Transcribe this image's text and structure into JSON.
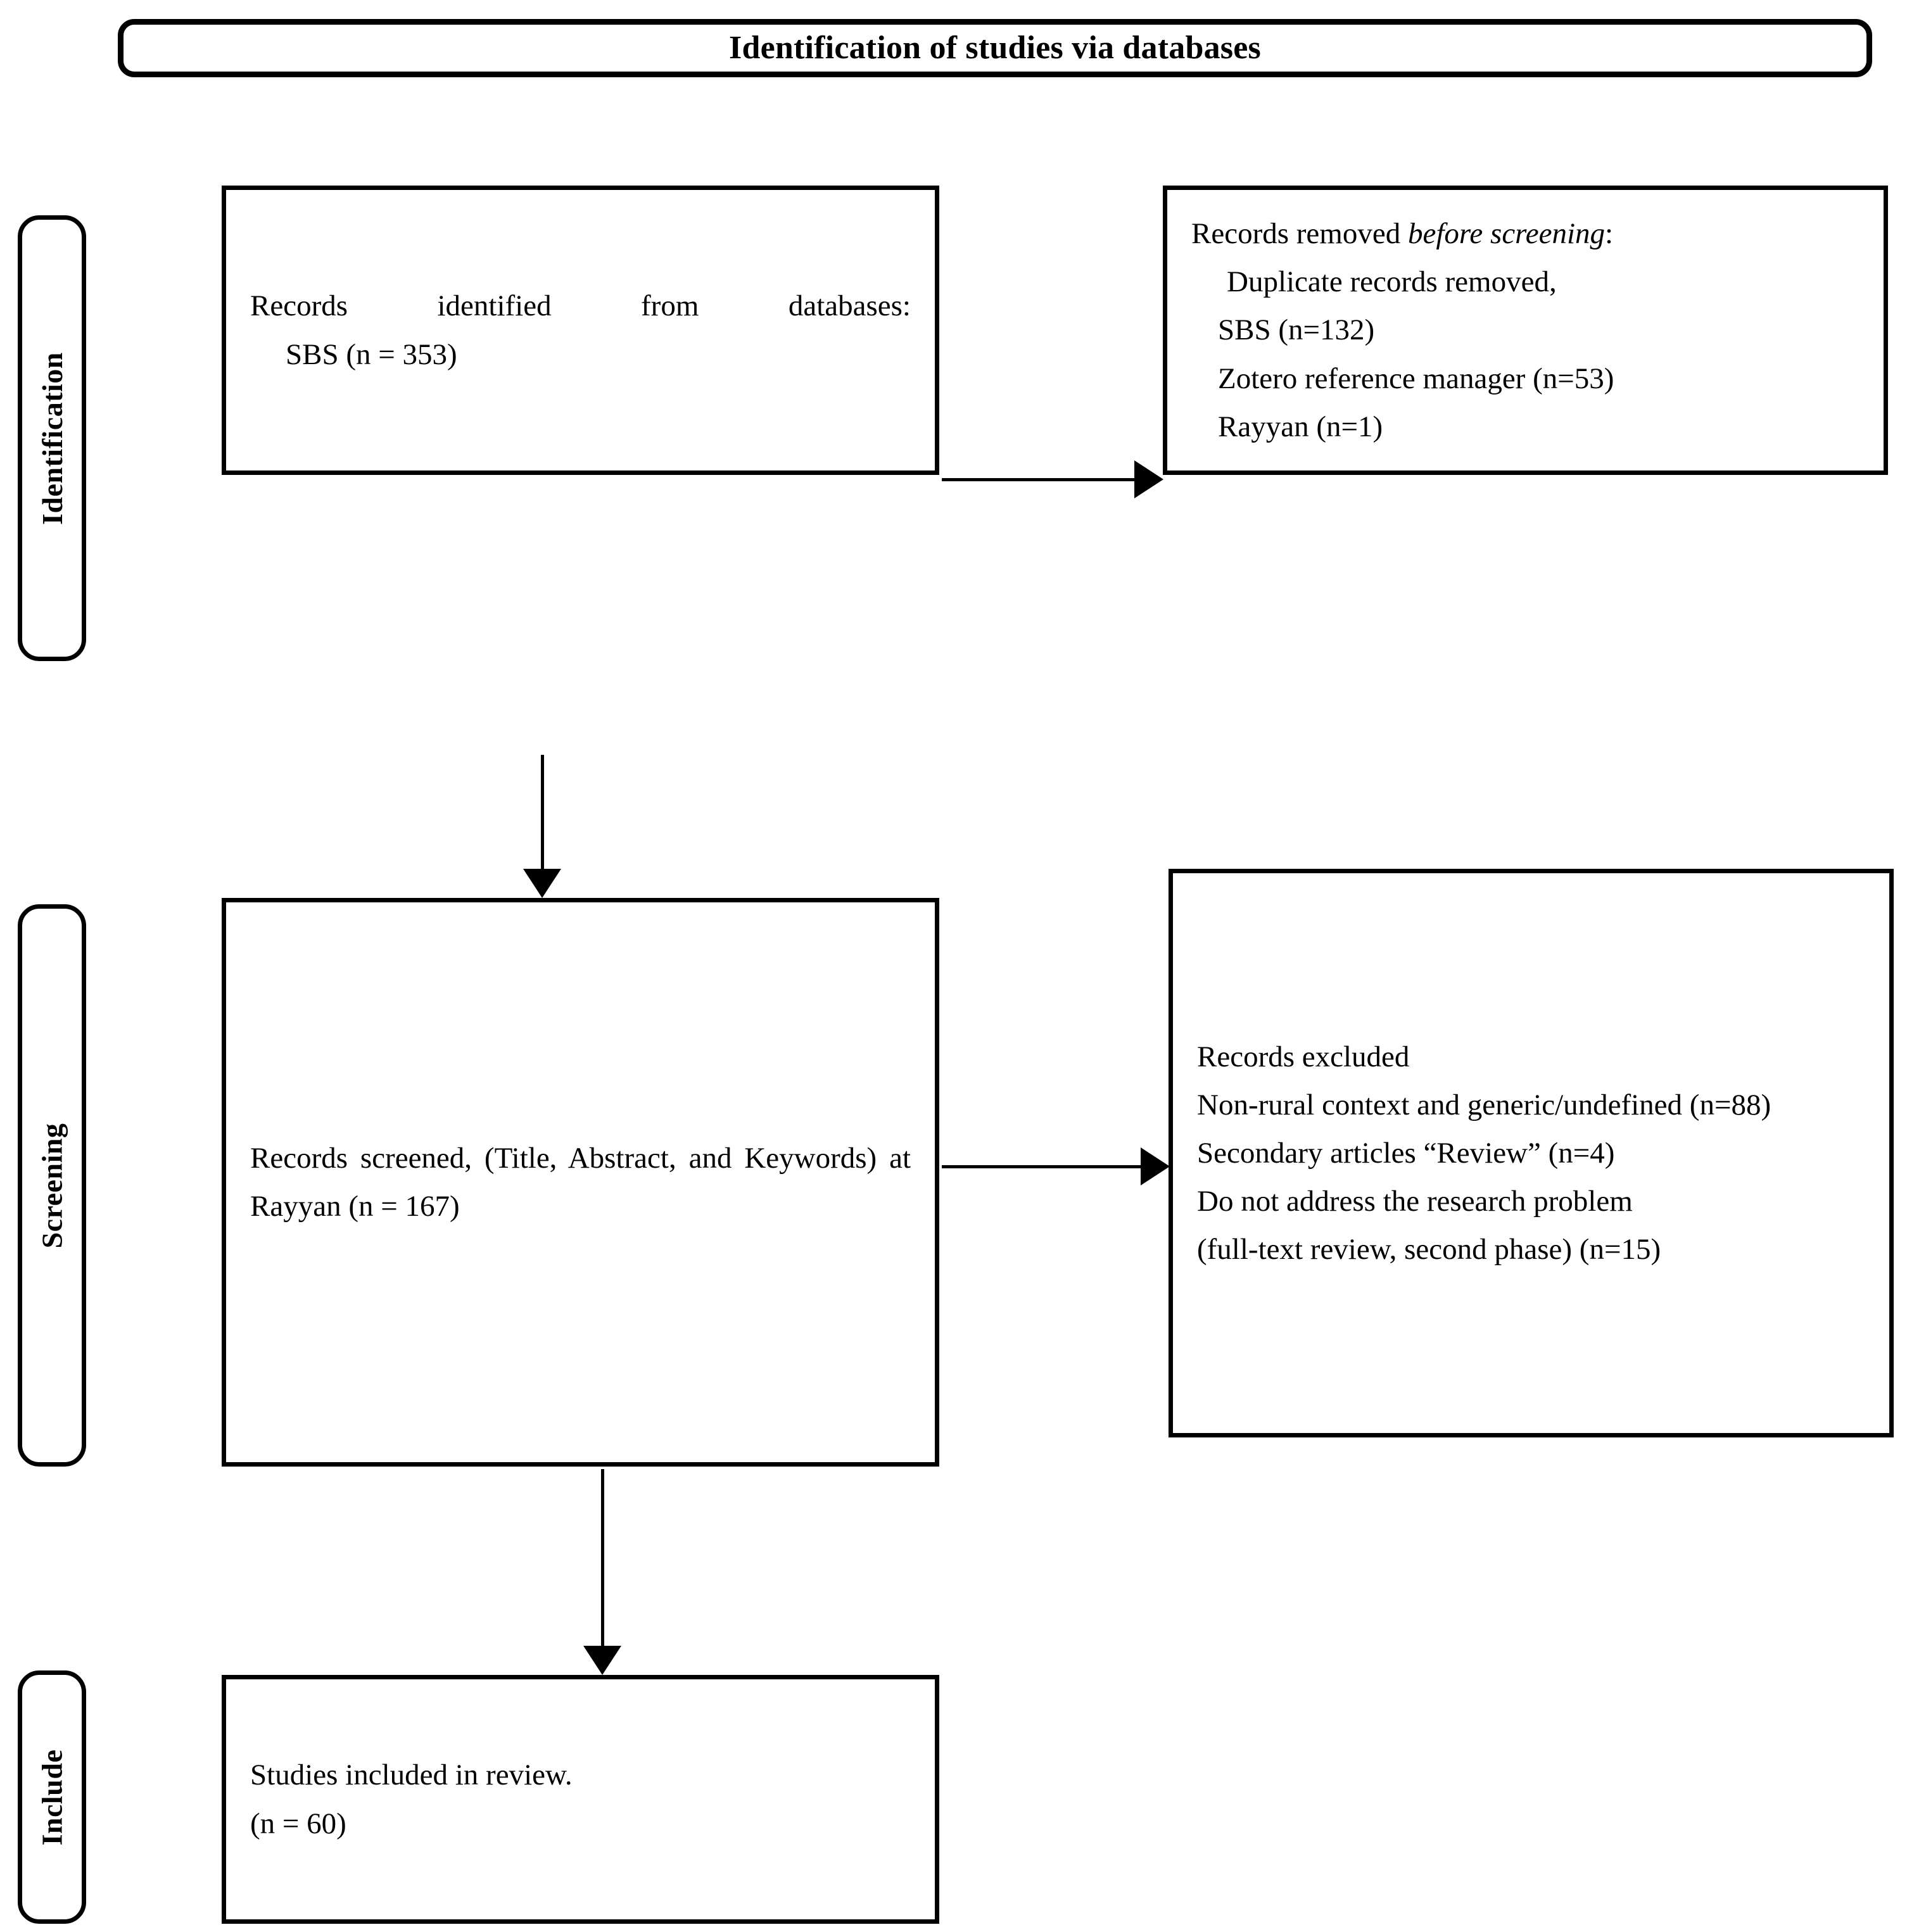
{
  "header": {
    "title": "Identification of studies via databases"
  },
  "stages": [
    {
      "id": "identification",
      "label": "Identification"
    },
    {
      "id": "screening",
      "label": "Screening"
    },
    {
      "id": "include",
      "label": "Include"
    }
  ],
  "boxes": {
    "identified": {
      "line1": "Records identified from databases:",
      "line2": "SBS (n = 353)"
    },
    "removed": {
      "line1_prefix": "Records removed ",
      "line1_italic": "before screening",
      "line1_suffix": ":",
      "line2": "Duplicate records removed,",
      "line3": "SBS (n=132)",
      "line4": "Zotero reference manager (n=53)",
      "line5": "Rayyan (n=1)"
    },
    "screened": {
      "line1": "Records screened, (Title, Abstract, and Keywords) at",
      "line2": "Rayyan (n = 167)"
    },
    "excluded": {
      "line1": "Records excluded",
      "line2": "Non-rural context and generic/undefined (n=88)",
      "line3": "Secondary articles “Review” (n=4)",
      "line4": "Do not address the research problem",
      "line5": "(full-text review, second phase) (n=15)"
    },
    "included": {
      "line1": "Studies included in review.",
      "line2": "(n = 60)"
    }
  },
  "connectors": [
    {
      "id": "identified-to-removed",
      "direction": "right"
    },
    {
      "id": "identified-to-screened",
      "direction": "down"
    },
    {
      "id": "screened-to-excluded",
      "direction": "right"
    },
    {
      "id": "screened-to-included",
      "direction": "down"
    }
  ],
  "colors": {
    "stroke": "#000000",
    "background": "#ffffff",
    "text": "#000000"
  }
}
